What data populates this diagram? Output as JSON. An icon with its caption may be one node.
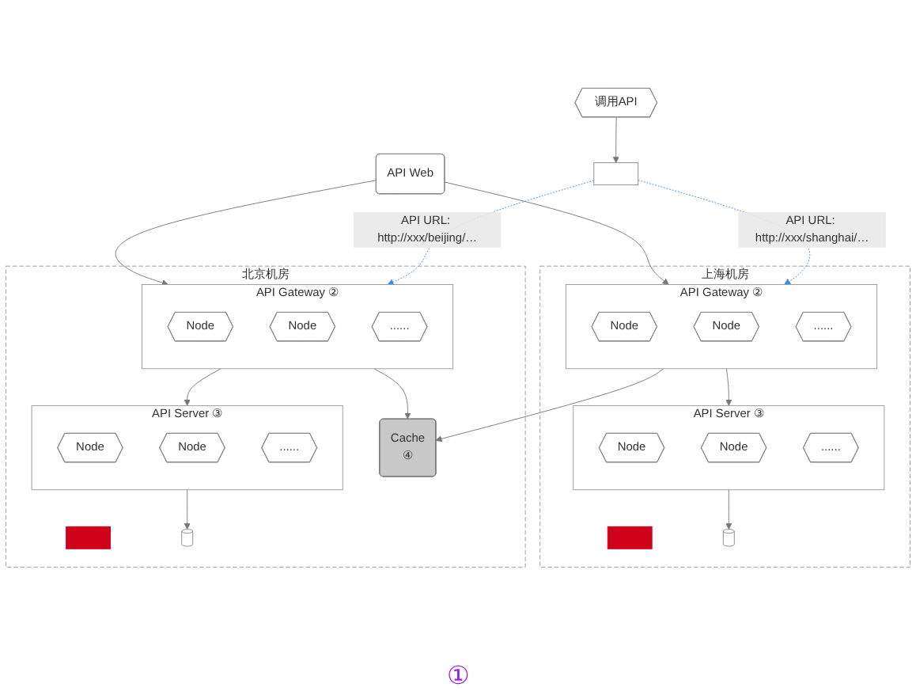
{
  "diagram": {
    "nodes": [
      {
        "text": [
          "调用API"
        ]
      },
      {
        "text": [],
        "shape": "box"
      },
      {
        "text": [
          "API Web"
        ]
      },
      {
        "text": [
          "北京机房"
        ]
      },
      {
        "text": [
          "API Gateway",
          "②"
        ],
        "in": 3
      },
      {
        "text": [
          "Node"
        ],
        "in": 4
      },
      {
        "text": [
          "Node"
        ],
        "in": 4
      },
      {
        "text": [
          "......"
        ],
        "in": 4
      },
      {
        "text": [],
        "shape": "bar",
        "in": 3
      },
      {
        "text": [
          "API Server",
          "③"
        ],
        "in": 3
      },
      {
        "text": [
          "Node"
        ],
        "in": 9
      },
      {
        "text": [
          "Node"
        ],
        "in": 9
      },
      {
        "text": [
          "......"
        ],
        "in": 9
      },
      {
        "text": [],
        "shape": "cylinder",
        "in": 3
      },
      {
        "text": [
          "Cache",
          "④"
        ],
        "in": 3
      },
      {
        "text": [
          "上海机房"
        ]
      },
      {
        "text": [
          "API Gateway",
          "②"
        ],
        "in": 15
      },
      {
        "text": [
          "Node"
        ],
        "in": 16
      },
      {
        "text": [
          "Node"
        ],
        "in": 16
      },
      {
        "text": [
          "......"
        ],
        "in": 16
      },
      {
        "text": [],
        "shape": "bar",
        "in": 15
      },
      {
        "text": [
          "API Server",
          "③"
        ],
        "in": 15
      },
      {
        "text": [
          "Node"
        ],
        "in": 21
      },
      {
        "text": [
          "Node"
        ],
        "in": 21
      },
      {
        "text": [
          "......"
        ],
        "in": 21
      },
      {
        "text": [],
        "shape": "cylinder",
        "in": 15
      }
    ],
    "edges": [
      {
        "from": 0,
        "to": 1,
        "arrow": "to"
      },
      {
        "from": 1,
        "to": 4,
        "arrow": "to",
        "label": "API URL: http://xxx/beijing/…",
        "style": "dashed",
        "color": "#3d8af7"
      },
      {
        "from": 1,
        "to": 16,
        "arrow": "to",
        "label": "API URL: http://xxx/shanghai/…",
        "style": "dashed",
        "color": "#3d8af7"
      },
      {
        "from": 2,
        "to": 4,
        "arrow": "to"
      },
      {
        "from": 2,
        "to": 16,
        "arrow": "to"
      },
      {
        "from": 4,
        "to": 9,
        "arrow": "to"
      },
      {
        "from": 4,
        "to": 14,
        "arrow": "to"
      },
      {
        "from": 9,
        "to": 13,
        "arrow": "to"
      },
      {
        "from": 16,
        "to": 21,
        "arrow": "to"
      },
      {
        "from": 16,
        "to": 14,
        "arrow": "to"
      },
      {
        "from": 21,
        "to": 25,
        "arrow": "to"
      }
    ],
    "labels": [
      "①"
    ]
  }
}
